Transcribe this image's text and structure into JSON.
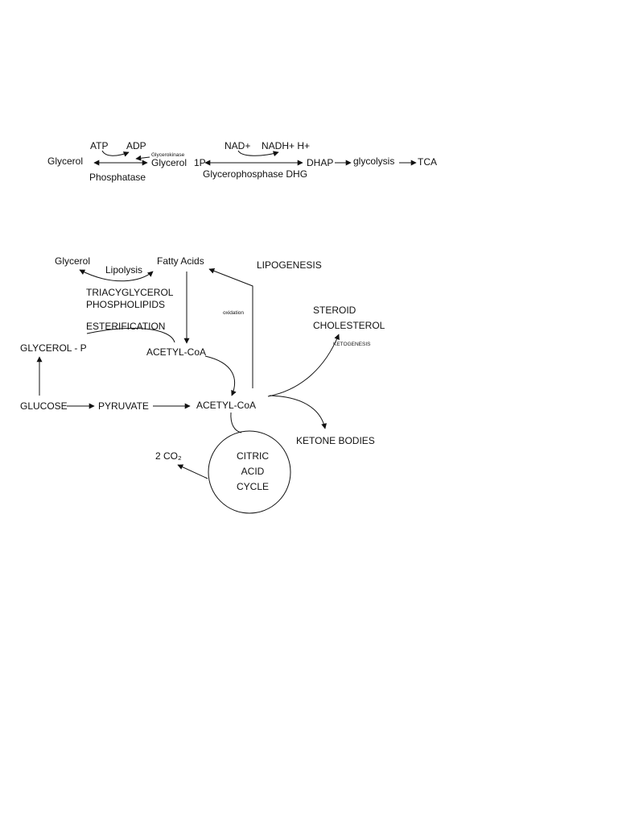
{
  "top_pathway": {
    "glycerol": "Glycerol",
    "atp": "ATP",
    "adp": "ADP",
    "glycerokinase": "Glycerokinase",
    "glycerol_1p": "Glycerol",
    "one_p": "1P",
    "phosphatase": "Phosphatase",
    "nad": "NAD+",
    "nadh": "NADH+ H+",
    "glycerophosphase": "Glycerophosphase DHG",
    "dhap": "DHAP",
    "glycolysis": "glycolysis",
    "tca": "TCA"
  },
  "metabolism": {
    "glycerol": "Glycerol",
    "lipolysis": "Lipolysis",
    "fatty_acids": "Fatty Acids",
    "lipogenesis": "LIPOGENESIS",
    "triacylglycerol": "TRIACYGLYCEROL",
    "phospholipids": "PHOSPHOLIPIDS",
    "oxidation": "oxidation",
    "steroid": "STEROID",
    "cholesterol": "CHOLESTEROL",
    "ketogenesis": "KETOGENESIS",
    "esterification": "ESTERIFICATION",
    "glycerol_p": "GLYCEROL - P",
    "acetyl_coa_upper": "ACETYL-CoA",
    "glucose": "GLUCOSE",
    "pyruvate": "PYRUVATE",
    "acetyl_coa_main": "ACETYL-CoA",
    "ketone_bodies": "KETONE BODIES",
    "co2": "2 CO₂",
    "citric": "CITRIC",
    "acid": "ACID",
    "cycle": "CYCLE"
  }
}
